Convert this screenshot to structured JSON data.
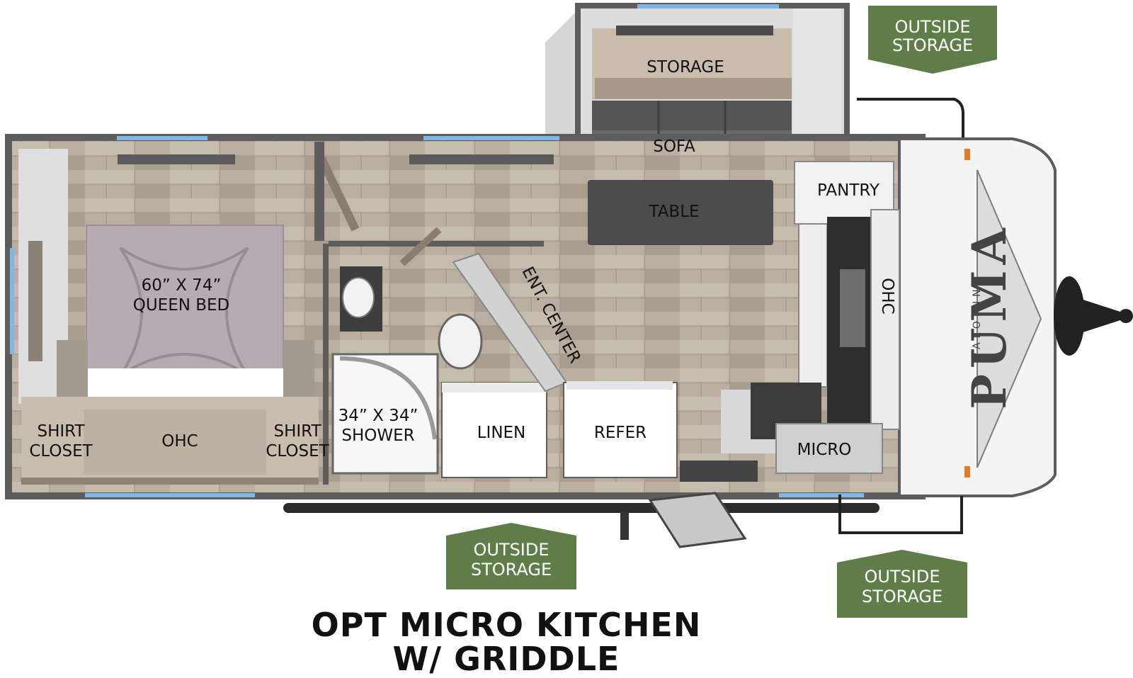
{
  "floorplan": {
    "rooms": {
      "storage": "STORAGE",
      "sofa": "SOFA",
      "table": "TABLE",
      "pantry": "PANTRY",
      "ohc_kitchen": "OHC",
      "bed_size": "60” X 74”",
      "bed_name": "QUEEN BED",
      "ent_center": "ENT. CENTER",
      "shower_size": "34” X 34”",
      "shower": "SHOWER",
      "linen": "LINEN",
      "refer": "REFER",
      "micro": "MICRO",
      "shirt_closet_left_1": "SHIRT",
      "shirt_closet_left_2": "CLOSET",
      "ohc_bedroom": "OHC",
      "shirt_closet_right_1": "SHIRT",
      "shirt_closet_right_2": "CLOSET"
    },
    "outside_storage": {
      "line1": "OUTSIDE",
      "line2": "STORAGE"
    },
    "brand": {
      "logo": "PUMA",
      "sub": "PALOMINO"
    },
    "caption": {
      "line1": "OPT MICRO KITCHEN",
      "line2": "W/ GRIDDLE"
    }
  },
  "colors": {
    "wall": "#5d5d5d",
    "floor": "#b6ab9c",
    "outside_badge": "#5f7d49",
    "window": "#7fb8e6"
  }
}
